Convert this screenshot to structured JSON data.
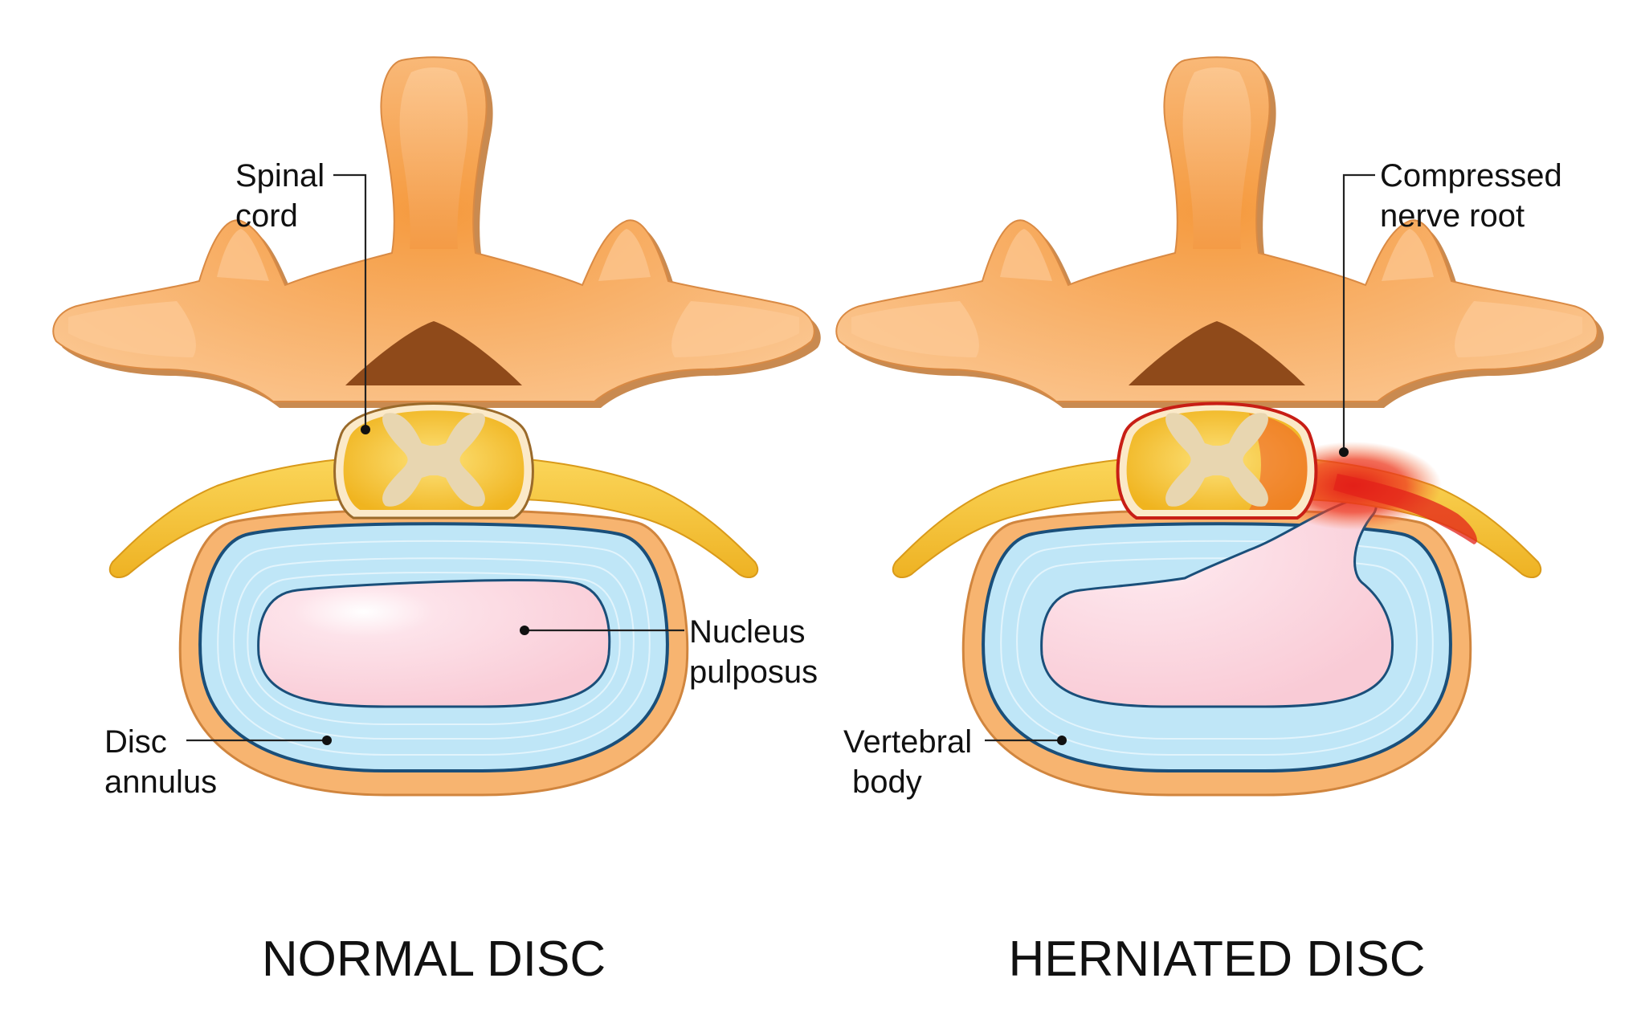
{
  "normal": {
    "caption": "NORMAL DISC",
    "labels": {
      "spinal_cord": [
        "Spinal",
        "cord"
      ],
      "nucleus_pulposus": [
        "Nucleus",
        "pulposus"
      ],
      "disc_annulus": [
        "Disc",
        "annulus"
      ]
    }
  },
  "herniated": {
    "caption": "HERNIATED DISC",
    "labels": {
      "compressed_nerve_root": [
        "Compressed",
        "nerve root"
      ],
      "vertebral_body": [
        "Vertebral",
        "body"
      ]
    }
  },
  "colors": {
    "bone": "#f7b06a",
    "bone_dark": "#e08a38",
    "bone_shadow": "#c9793a",
    "nerve": "#f6c335",
    "annulus": "#bfe6f7",
    "annulus_edge": "#1a4f7a",
    "nucleus": "#fbd3dd",
    "inflammation": "#e8261c"
  }
}
